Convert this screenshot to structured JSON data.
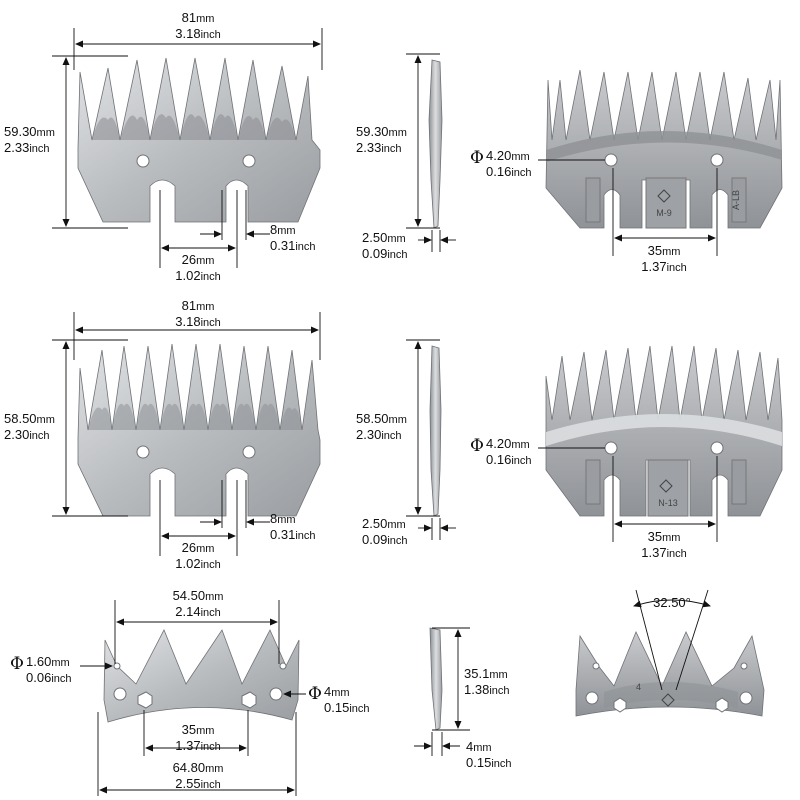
{
  "colors": {
    "steel_light": "#d2d4d6",
    "steel_mid": "#a9acaf",
    "steel_dark": "#7e8185",
    "line": "#111111"
  },
  "glyphs": {
    "diameter": "Φ",
    "degree": "°"
  },
  "row1": {
    "width": {
      "mm": "81",
      "unit_mm": "mm",
      "inch": "3.18",
      "unit_in": "inch"
    },
    "height": {
      "mm": "59.30",
      "unit_mm": "mm",
      "inch": "2.33",
      "unit_in": "inch"
    },
    "gap": {
      "mm": "8",
      "unit_mm": "mm",
      "inch": "0.31",
      "unit_in": "inch"
    },
    "slot": {
      "mm": "26",
      "unit_mm": "mm",
      "inch": "1.02",
      "unit_in": "inch"
    },
    "side_height": {
      "mm": "59.30",
      "unit_mm": "mm",
      "inch": "2.33",
      "unit_in": "inch"
    },
    "thickness": {
      "mm": "2.50",
      "unit_mm": "mm",
      "inch": "0.09",
      "unit_in": "inch"
    },
    "hole": {
      "mm": "4.20",
      "unit_mm": "mm",
      "inch": "0.16",
      "unit_in": "inch"
    },
    "hole_spacing": {
      "mm": "35",
      "unit_mm": "mm",
      "inch": "1.37",
      "unit_in": "inch"
    },
    "stamp_code": "M-9",
    "stamp_side": "A-LB"
  },
  "row2": {
    "width": {
      "mm": "81",
      "unit_mm": "mm",
      "inch": "3.18",
      "unit_in": "inch"
    },
    "height": {
      "mm": "58.50",
      "unit_mm": "mm",
      "inch": "2.30",
      "unit_in": "inch"
    },
    "gap": {
      "mm": "8",
      "unit_mm": "mm",
      "inch": "0.31",
      "unit_in": "inch"
    },
    "slot": {
      "mm": "26",
      "unit_mm": "mm",
      "inch": "1.02",
      "unit_in": "inch"
    },
    "side_height": {
      "mm": "58.50",
      "unit_mm": "mm",
      "inch": "2.30",
      "unit_in": "inch"
    },
    "thickness": {
      "mm": "2.50",
      "unit_mm": "mm",
      "inch": "0.09",
      "unit_in": "inch"
    },
    "hole": {
      "mm": "4.20",
      "unit_mm": "mm",
      "inch": "0.16",
      "unit_in": "inch"
    },
    "hole_spacing": {
      "mm": "35",
      "unit_mm": "mm",
      "inch": "1.37",
      "unit_in": "inch"
    },
    "stamp_code": "N-13"
  },
  "row3": {
    "top_width": {
      "mm": "54.50",
      "unit_mm": "mm",
      "inch": "2.14",
      "unit_in": "inch"
    },
    "small_hole": {
      "mm": "1.60",
      "unit_mm": "mm",
      "inch": "0.06",
      "unit_in": "inch"
    },
    "hole": {
      "mm": "4",
      "unit_mm": "mm",
      "inch": "0.15",
      "unit_in": "inch"
    },
    "hole_spacing": {
      "mm": "35",
      "unit_mm": "mm",
      "inch": "1.37",
      "unit_in": "inch"
    },
    "bottom_width": {
      "mm": "64.80",
      "unit_mm": "mm",
      "inch": "2.55",
      "unit_in": "inch"
    },
    "side_height": {
      "mm": "35.1",
      "unit_mm": "mm",
      "inch": "1.38",
      "unit_in": "inch"
    },
    "thickness": {
      "mm": "4",
      "unit_mm": "mm",
      "inch": "0.15",
      "unit_in": "inch"
    },
    "angle": "32.50",
    "stamp_code": "4"
  }
}
